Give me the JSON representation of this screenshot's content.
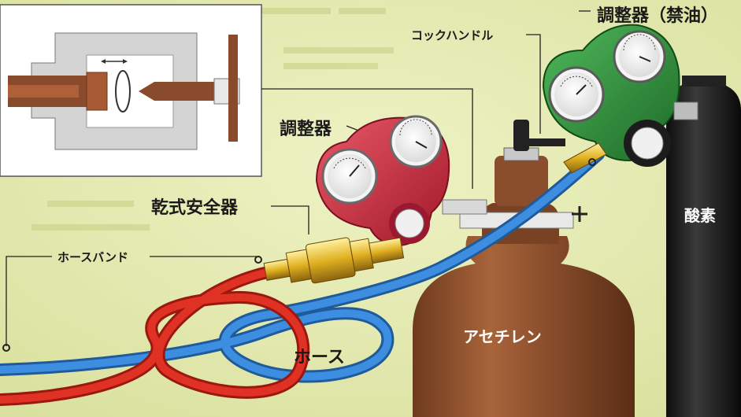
{
  "labels": {
    "regulator_oil": "調整器（禁油）",
    "cock_handle": "コックハンドル",
    "regulator": "調整器",
    "dry_safety_device": "乾式安全器",
    "hose_band": "ホースバンド",
    "hose": "ホース",
    "acetylene": "アセチレン",
    "oxygen": "酸素"
  },
  "colors": {
    "background": "#e6ecb4",
    "acetylene_cylinder": "#8a4e2c",
    "oxygen_cylinder": "#1c1c1c",
    "oxygen_regulator": "#2e8b3a",
    "acetylene_regulator": "#c8283c",
    "oxygen_hose": "#2f7fd0",
    "acetylene_hose": "#d8281e",
    "brass_fitting": "#e0b020"
  },
  "icons": [
    "pressure-gauge-icon",
    "valve-knob-icon",
    "dry-safety-device-icon",
    "hose-band-icon",
    "valve-cross-section-icon"
  ]
}
